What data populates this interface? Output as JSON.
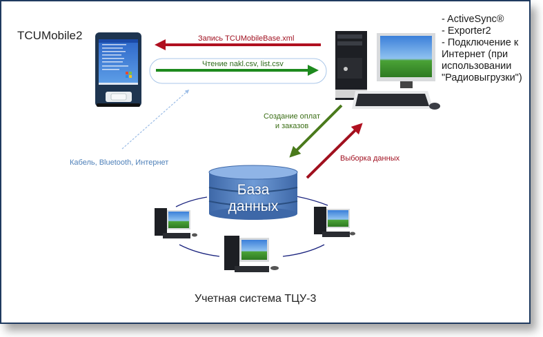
{
  "labels": {
    "mobile_title": "TCUMobile2",
    "write_arrow": "Запись TCUMobileBase.xml",
    "read_arrow": "Чтение nakl.csv, list.csv",
    "pc_notes": "- ActiveSync®\n- Exporter2\n- Подключение к\nИнтернет (при\nиспользовании\n\"Радиовыгрузки\")",
    "create_arrow": "Создание оплат\nи заказов",
    "select_arrow": "Выборка данных",
    "connection": "Кабель, Bluetooth, Интернет",
    "database": "База\nданных",
    "system": "Учетная система ТЦУ-3"
  },
  "nodes": [
    "pda-device",
    "desktop-pc",
    "database",
    "workstation-left",
    "workstation-right",
    "workstation-bottom"
  ],
  "colors": {
    "red_arrow": "#b01020",
    "green_arrow": "#1e8a1e",
    "olive_arrow": "#4a7a1c",
    "blue_dashed": "#9cbde6",
    "frame": "#1f3a5f",
    "db_blue": "#4f7fbf",
    "ring": "#1a237e"
  }
}
